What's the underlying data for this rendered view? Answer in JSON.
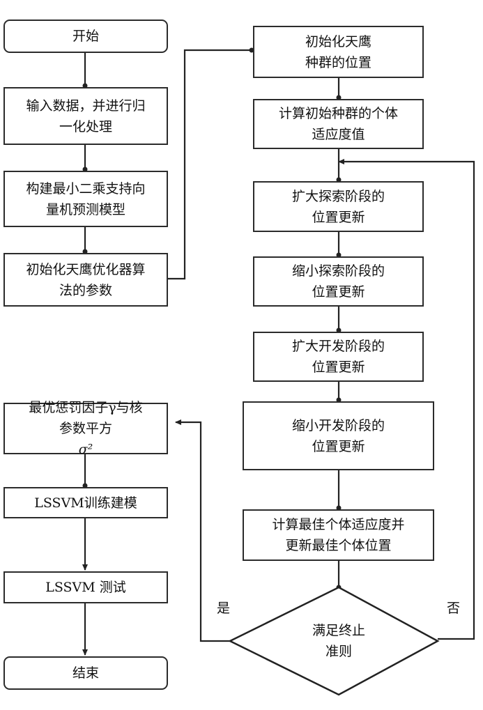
{
  "left_column": {
    "start": "开始",
    "input_data": "输入数据，并进行归\n一化处理",
    "build_model": "构建最小二乘支持向\n量机预测模型",
    "init_params": "初始化天鹰优化器算\n法的参数",
    "best_params": "最优惩罚因子γ与核\n参数平方",
    "best_params_symbol": "σ²",
    "train": "LSSVM训练建模",
    "test": "LSSVM 测试",
    "end": "结束"
  },
  "right_column": {
    "init_positions": "初始化天鹰\n种群的位置",
    "calc_fitness": "计算初始种群的个体\n适应度值",
    "expanded_exploration": "扩大探索阶段的\n位置更新",
    "narrowed_exploration": "缩小探索阶段的\n位置更新",
    "expanded_exploitation": "扩大开发阶段的\n位置更新",
    "narrowed_exploitation": "缩小开发阶段的\n位置更新",
    "calc_best": "计算最佳个体适应度并\n更新最佳个体位置",
    "termination": "满足终止\n准则"
  },
  "labels": {
    "yes": "是",
    "no": "否"
  }
}
